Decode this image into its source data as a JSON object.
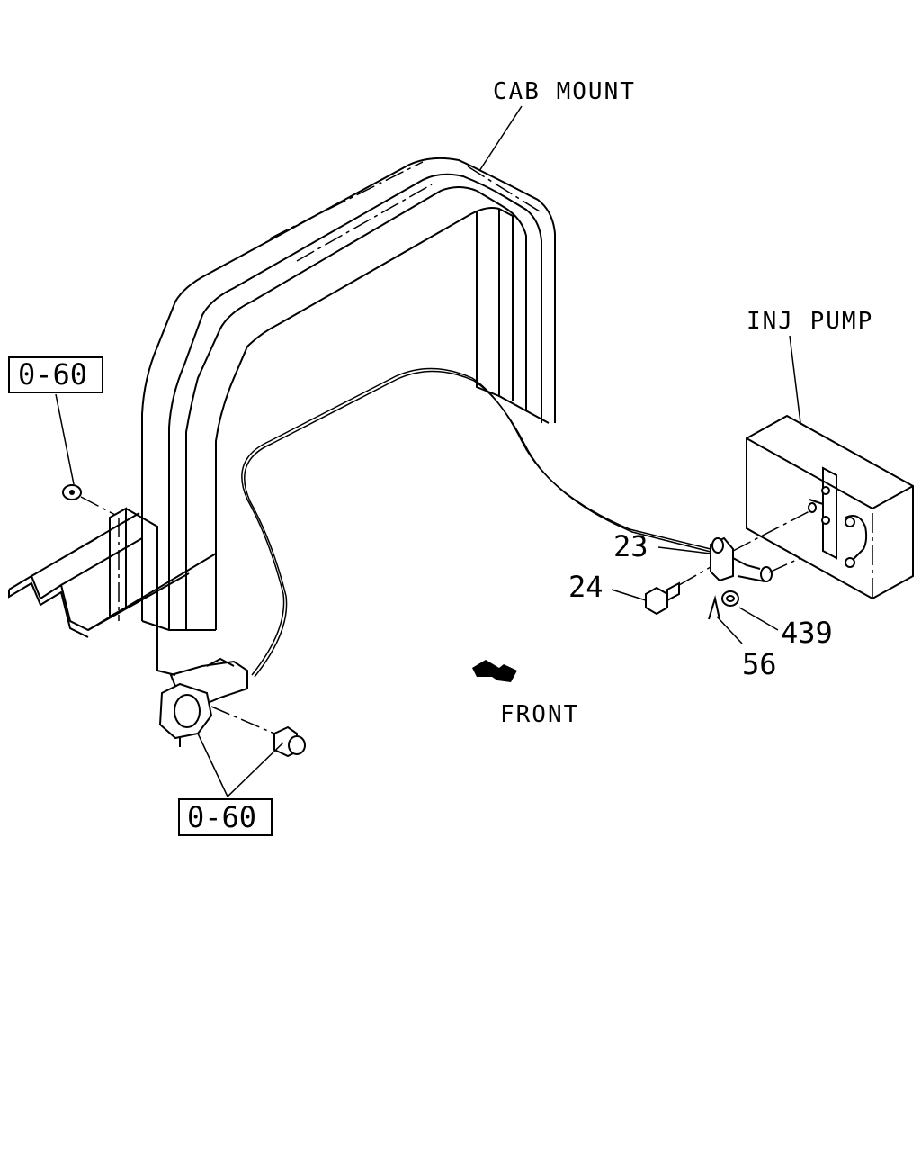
{
  "labels": {
    "cab_mount": "CAB MOUNT",
    "inj_pump": "INJ PUMP",
    "front": "FRONT"
  },
  "ref_boxes": {
    "top": "0-60",
    "bottom": "0-60"
  },
  "part_numbers": {
    "p23": "23",
    "p24": "24",
    "p439": "439",
    "p56": "56"
  }
}
